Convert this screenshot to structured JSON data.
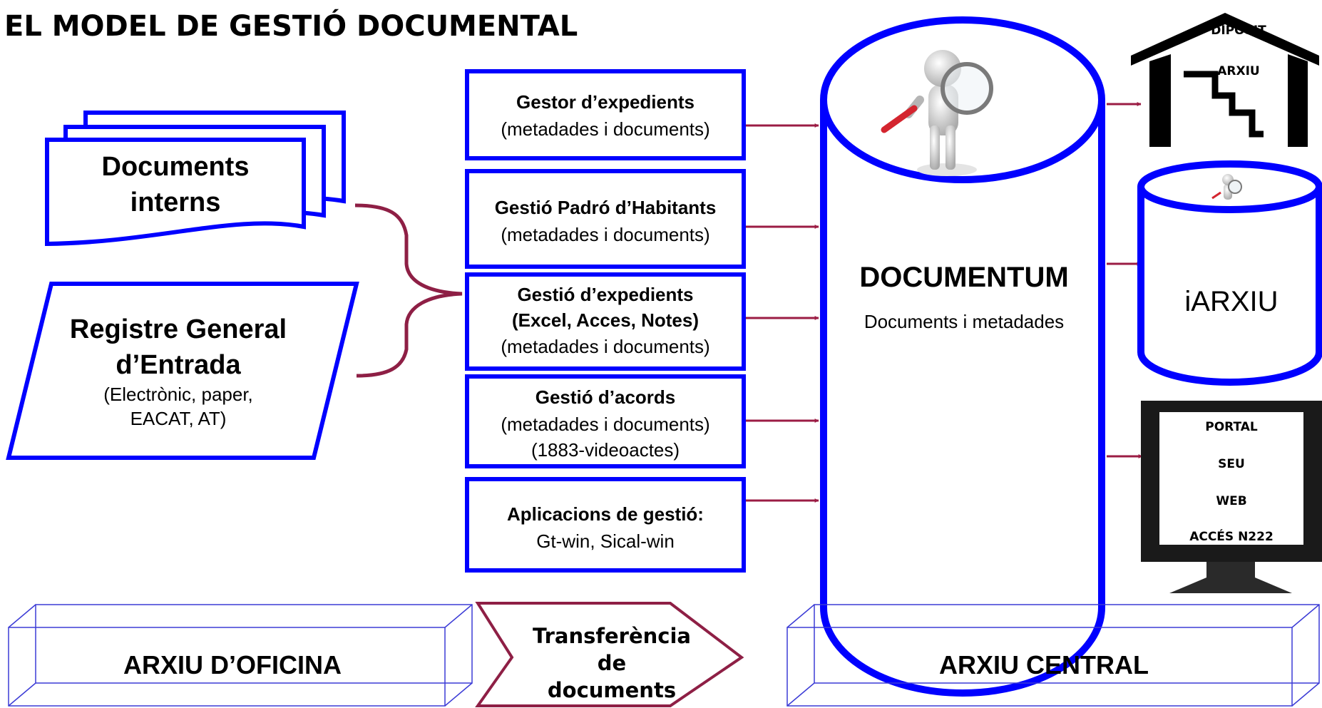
{
  "title": "EL MODEL DE GESTIÓ DOCUMENTAL",
  "sources": {
    "documents_interns": [
      "Documents",
      "interns"
    ],
    "registre": {
      "title": [
        "Registre General",
        "d’Entrada"
      ],
      "subtitle": [
        "(Electrònic, paper,",
        "EACAT, AT)"
      ]
    }
  },
  "systems": [
    {
      "lines": [
        "Gestor d’expedients",
        "(metadades i documents)"
      ]
    },
    {
      "lines": [
        "Gestió Padró d’Habitants",
        "(metadades i documents)"
      ]
    },
    {
      "lines": [
        "Gestió d’expedients",
        "(Excel, Acces, Notes)",
        "(metadades i documents)"
      ]
    },
    {
      "lines": [
        "Gestió d’acords",
        "(metadades i documents)",
        "(1883-videoactes)"
      ]
    },
    {
      "lines": [
        "Aplicacions de gestió:",
        "Gt-win, Sical-win"
      ]
    }
  ],
  "repository": {
    "name": "DOCUMENTUM",
    "subtitle": "Documents i metadades"
  },
  "destinations": {
    "diposit": [
      "DIPÒSIT",
      "ARXIU"
    ],
    "iarxiu": "iARXIU",
    "portal": [
      "PORTAL",
      "SEU",
      "WEB",
      "ACCÉS N222"
    ]
  },
  "bottom": {
    "arxiu_oficina": "ARXIU D’OFICINA",
    "transferencia": [
      "Transferència",
      "de",
      "documents"
    ],
    "arxiu_central": "ARXIU CENTRAL"
  },
  "colors": {
    "blue": "#0000ff",
    "arrow": "#9b1c44",
    "bracket": "#8e1f45",
    "thin_blue": "#3b3bd6"
  }
}
